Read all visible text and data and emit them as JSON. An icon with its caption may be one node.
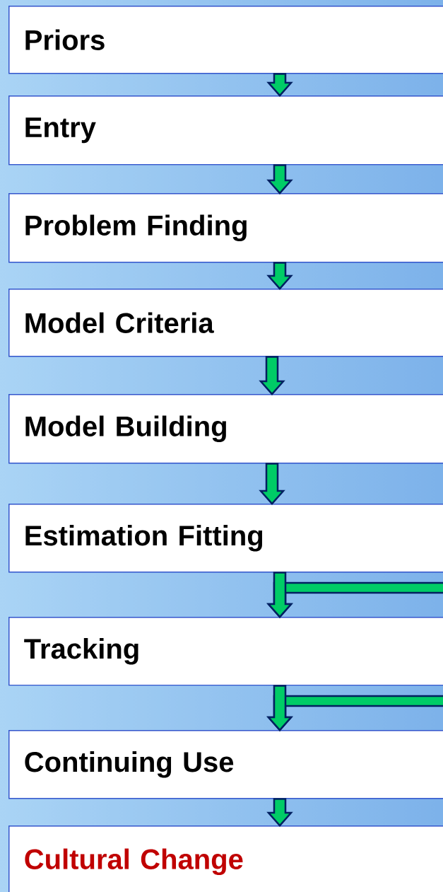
{
  "diagram": {
    "nodes": [
      {
        "text": [
          "Priors"
        ]
      },
      {
        "text": [
          "Entry"
        ]
      },
      {
        "text": [
          "Problem Finding"
        ]
      },
      {
        "text": [
          "Model Criteria"
        ]
      },
      {
        "text": [
          "Model Building"
        ]
      },
      {
        "text": [
          "Estimation Fitting"
        ]
      },
      {
        "text": [
          "Tracking"
        ]
      },
      {
        "text": [
          "Continuing Use"
        ]
      },
      {
        "text": [
          "Cultural Change"
        ]
      }
    ],
    "edges": [
      {
        "from": 0,
        "to": 1,
        "arrow": "to"
      },
      {
        "from": 1,
        "to": 2,
        "arrow": "to"
      },
      {
        "from": 2,
        "to": 3,
        "arrow": "to"
      },
      {
        "from": 3,
        "to": 4,
        "arrow": "to"
      },
      {
        "from": 4,
        "to": 5,
        "arrow": "to"
      },
      {
        "from": null,
        "to": 6,
        "arrow": "to"
      },
      {
        "from": 5,
        "to": 6,
        "arrow": "to"
      },
      {
        "from": null,
        "to": 7,
        "arrow": "to"
      },
      {
        "from": 6,
        "to": 7,
        "arrow": "to"
      },
      {
        "from": 7,
        "to": 8,
        "arrow": "to"
      }
    ]
  }
}
